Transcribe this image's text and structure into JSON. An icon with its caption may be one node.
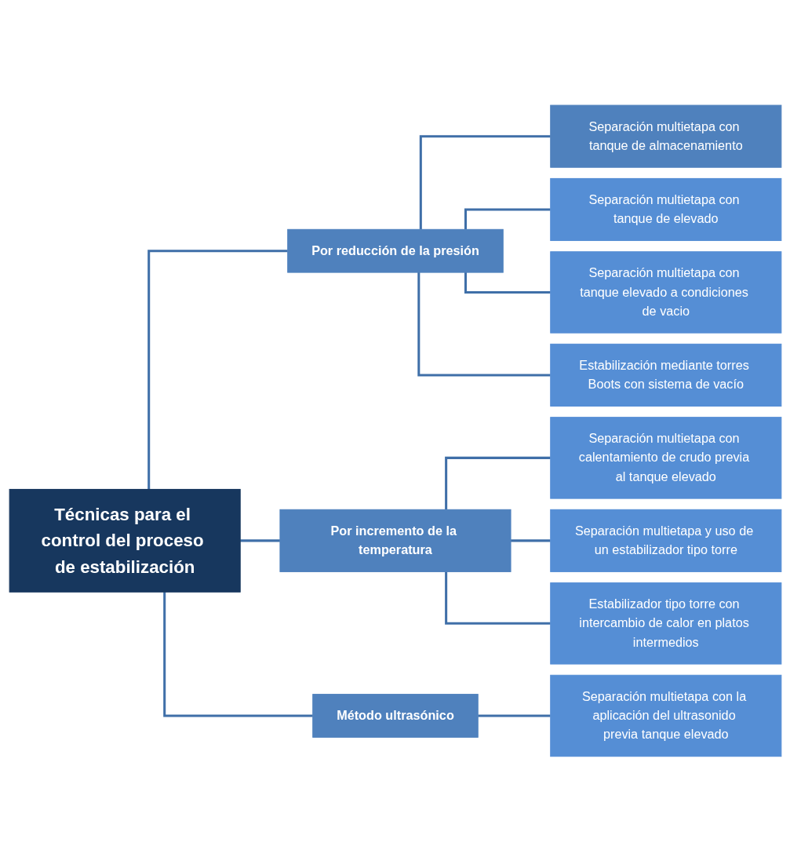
{
  "diagram": {
    "nodes": [
      {
        "text": [
          "Técnicas para el control del proceso de estabilización"
        ]
      },
      {
        "text": [
          "Por reducción de la presión"
        ]
      },
      {
        "text": [
          "Separación multietapa con tanque de almacenamiento"
        ]
      },
      {
        "text": [
          "Separación multietapa con tanque de elevado"
        ]
      },
      {
        "text": [
          "Separación multietapa con tanque elevado a condiciones de vacio"
        ]
      },
      {
        "text": [
          "Estabilización mediante torres Boots con sistema de vacío"
        ]
      },
      {
        "text": [
          "Por incremento de la temperatura"
        ]
      },
      {
        "text": [
          "Separación multietapa con calentamiento de crudo previa al tanque elevado"
        ]
      },
      {
        "text": [
          "Separación multietapa y uso de un estabilizador tipo torre"
        ]
      },
      {
        "text": [
          "Estabilizador tipo torre con intercambio de calor en platos intermedios"
        ]
      },
      {
        "text": [
          "Método ultrasónico"
        ]
      },
      {
        "text": [
          "Separación multietapa con la aplicación del ultrasonido previa tanque elevado"
        ]
      }
    ],
    "edges": [
      {
        "from": 0,
        "to": 1,
        "arrow": "none"
      },
      {
        "from": 0,
        "to": 6,
        "arrow": "none"
      },
      {
        "from": 0,
        "to": 10,
        "arrow": "none"
      },
      {
        "from": 1,
        "to": 2,
        "arrow": "none"
      },
      {
        "from": 1,
        "to": 3,
        "arrow": "none"
      },
      {
        "from": 1,
        "to": 4,
        "arrow": "none"
      },
      {
        "from": 1,
        "to": 5,
        "arrow": "none"
      },
      {
        "from": 6,
        "to": 7,
        "arrow": "none"
      },
      {
        "from": 6,
        "to": 8,
        "arrow": "none"
      },
      {
        "from": 6,
        "to": 9,
        "arrow": "none"
      },
      {
        "from": 10,
        "to": 11,
        "arrow": "none"
      }
    ]
  }
}
